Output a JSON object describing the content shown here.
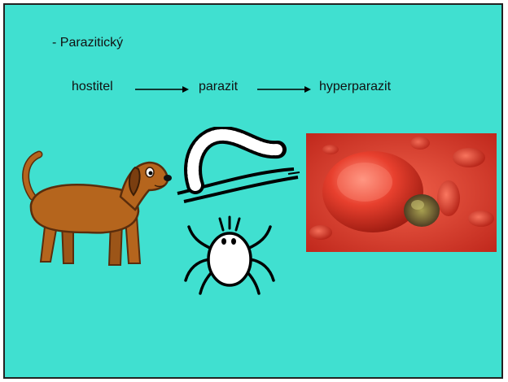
{
  "slide": {
    "bullet": "- Parazitický",
    "chain": {
      "host": "hostitel",
      "parasite": "parazit",
      "hyperparasite": "hyperparazit"
    }
  },
  "icons": [
    "dog-icon",
    "worm-icon",
    "mite-icon",
    "red-blood-cell-image"
  ],
  "colors": {
    "background": "#40e0d0",
    "dog": "#b5651d",
    "blood": "#e8402e"
  }
}
